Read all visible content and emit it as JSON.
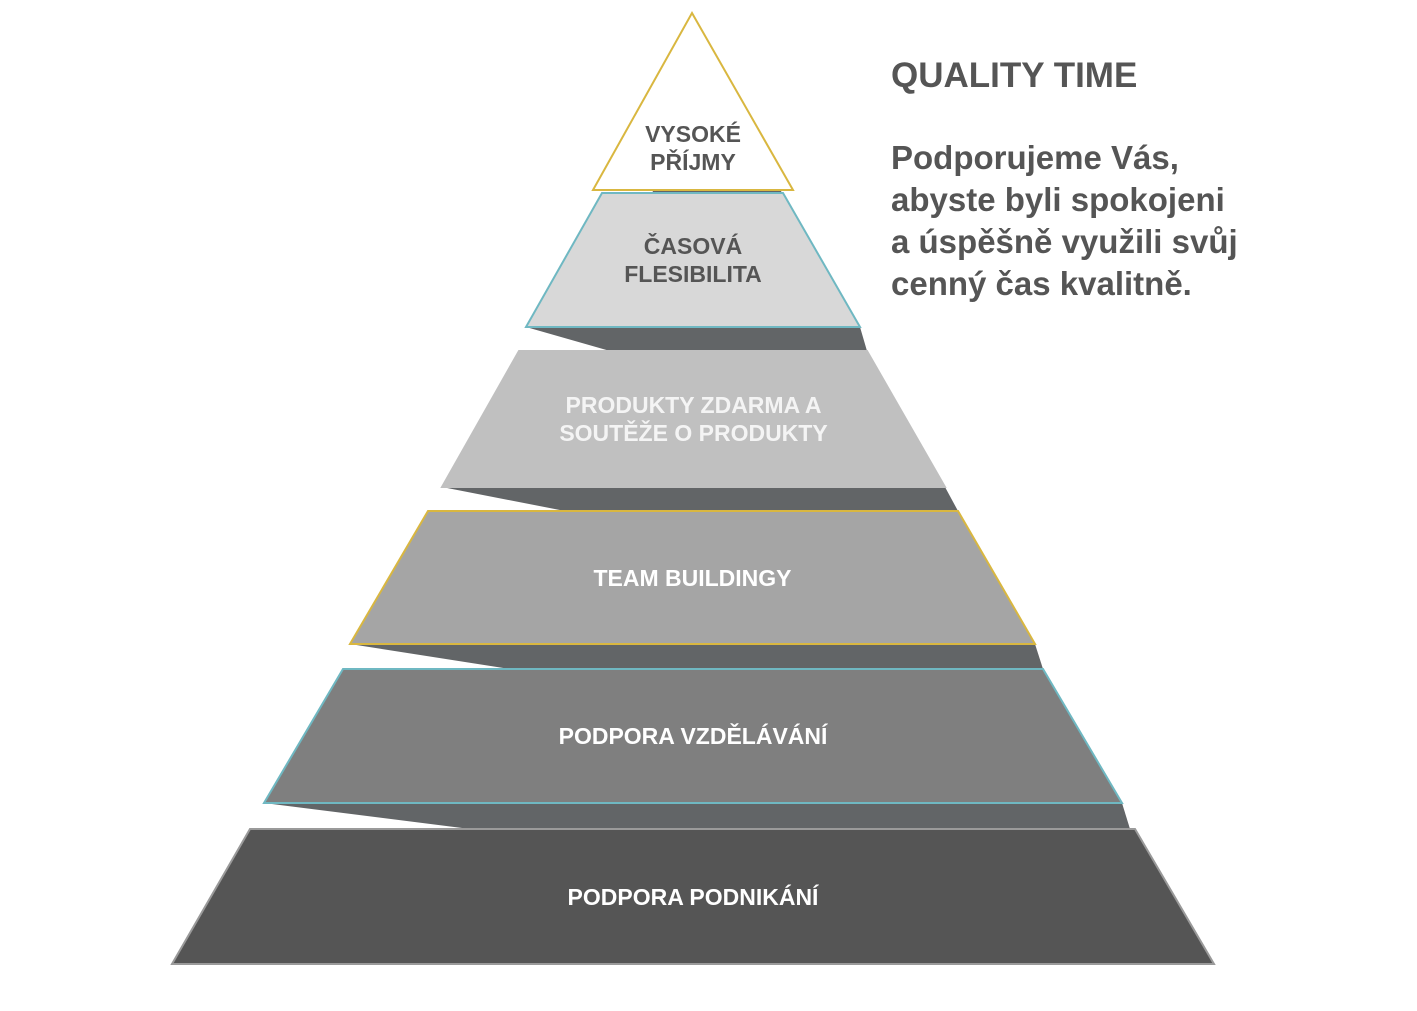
{
  "header": {
    "title": "QUALITY TIME",
    "subtitle_lines": [
      "Podporujeme Vás,",
      "abyste byli spokojeni",
      "a úspěšně využili svůj",
      "cenný čas kvalitně."
    ]
  },
  "pyramid": {
    "tiers": [
      {
        "lines": [
          "VYSOKÉ",
          "PŘÍJMY"
        ],
        "fill": "#ffffff",
        "stroke": "#d9b740",
        "text_color": "#555555"
      },
      {
        "lines": [
          "ČASOVÁ",
          "FLESIBILITA"
        ],
        "fill": "#d8d8d8",
        "stroke": "#6fb8c2",
        "text_color": "#555555"
      },
      {
        "lines": [
          "PRODUKTY ZDARMA A",
          "SOUTĚŽE O PRODUKTY"
        ],
        "fill": "#c0c0c0",
        "stroke": "#c0c0c0",
        "text_color": "#f4f4f4"
      },
      {
        "lines": [
          "TEAM BUILDINGY"
        ],
        "fill": "#a5a5a5",
        "stroke": "#d9b740",
        "text_color": "#ffffff"
      },
      {
        "lines": [
          "PODPORA VZDĚLÁVÁNÍ"
        ],
        "fill": "#7f7f7f",
        "stroke": "#6fb8c2",
        "text_color": "#ffffff"
      },
      {
        "lines": [
          "PODPORA PODNIKÁNÍ"
        ],
        "fill": "#555555",
        "stroke": "#9a9a9a",
        "text_color": "#ffffff"
      }
    ],
    "connector_color": "#626567"
  }
}
